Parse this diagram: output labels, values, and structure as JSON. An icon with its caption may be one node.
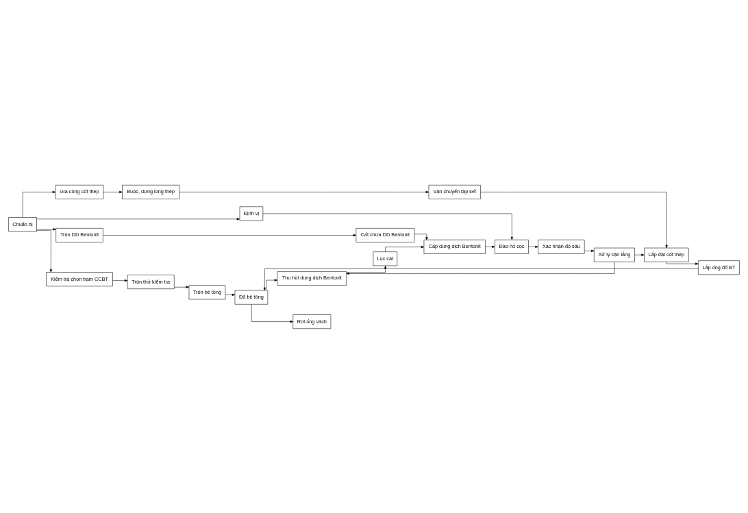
{
  "diagram": {
    "nodes": [
      {
        "text": [
          "Kiểm tra chọn trạm CCBT"
        ]
      },
      {
        "text": [
          "Trộn thử kiểm tra"
        ]
      },
      {
        "text": [
          "Trộn bê tông"
        ]
      },
      {
        "text": [
          "Gia công cốt thép"
        ]
      },
      {
        "text": [
          "Buộc, dựng lồng thép"
        ]
      },
      {
        "text": [
          "Vận chuyển tập kết"
        ]
      },
      {
        "text": [
          "Chuẩn bị"
        ]
      },
      {
        "text": [
          "Định vị"
        ]
      },
      {
        "text": [
          "Đào hố cọc"
        ]
      },
      {
        "text": [
          "Xác nhận độ sâu"
        ]
      },
      {
        "text": [
          "Xử lý cặn lắng"
        ]
      },
      {
        "text": [
          "Lắp đặt cốt thép"
        ]
      },
      {
        "text": [
          "Lắp ống đổ BT"
        ]
      },
      {
        "text": [
          "Đổ bê tông"
        ]
      },
      {
        "text": [
          "Rút ống vách"
        ]
      },
      {
        "text": [
          "Trộn DD Bentonit"
        ]
      },
      {
        "text": [
          "Cất chứa DD Bentonit"
        ]
      },
      {
        "text": [
          "Cấp dung dịch Bentonit"
        ]
      },
      {
        "text": [
          "Lọc cát"
        ]
      },
      {
        "text": [
          "Thu hồi dung dịch Bentonit"
        ]
      }
    ],
    "edges": [
      {
        "from": 6,
        "to": 0,
        "arrow": "to"
      },
      {
        "from": 6,
        "to": 3,
        "arrow": "to"
      },
      {
        "from": 0,
        "to": 1,
        "arrow": "to"
      },
      {
        "from": 1,
        "to": 2,
        "arrow": "to"
      },
      {
        "from": 2,
        "to": 13,
        "arrow": "to"
      },
      {
        "from": 3,
        "to": 4,
        "arrow": "to"
      },
      {
        "from": 4,
        "to": 5,
        "arrow": "to"
      },
      {
        "from": 5,
        "to": 11,
        "arrow": "to"
      },
      {
        "from": 6,
        "to": 7,
        "arrow": "to"
      },
      {
        "from": 7,
        "to": 8,
        "arrow": "to"
      },
      {
        "from": 8,
        "to": 9,
        "arrow": "to"
      },
      {
        "from": 9,
        "to": 10,
        "arrow": "to"
      },
      {
        "from": 10,
        "to": 11,
        "arrow": "to"
      },
      {
        "from": 11,
        "to": 12,
        "arrow": "to"
      },
      {
        "from": 12,
        "to": 13,
        "arrow": "to"
      },
      {
        "from": 13,
        "to": 14,
        "arrow": "to"
      },
      {
        "from": 6,
        "to": 15,
        "arrow": "to"
      },
      {
        "from": 15,
        "to": 16,
        "arrow": "to"
      },
      {
        "from": 16,
        "to": 17,
        "arrow": "to"
      },
      {
        "from": 17,
        "to": 8,
        "arrow": "to"
      },
      {
        "from": 10,
        "to": 19,
        "arrow": "to"
      },
      {
        "from": 13,
        "to": 19,
        "arrow": "to"
      },
      {
        "from": 19,
        "to": 18,
        "arrow": "to"
      },
      {
        "from": 18,
        "to": 17,
        "arrow": "to"
      }
    ]
  }
}
